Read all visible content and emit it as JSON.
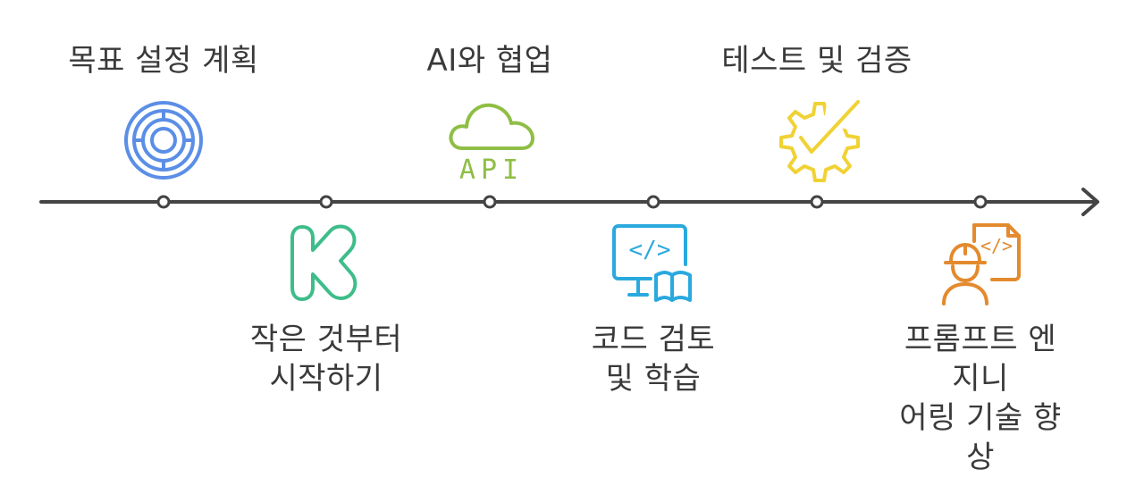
{
  "milestones": [
    {
      "label": "목표 설정 계획",
      "icon": "target-icon",
      "color": "#5b8ee6"
    },
    {
      "label": "작은 것부터\n시작하기",
      "icon": "kickstarter-icon",
      "color": "#3ebd8a"
    },
    {
      "label": "AI와 협업",
      "icon": "cloud-api-icon",
      "color": "#8fbe45",
      "icon_text": "API"
    },
    {
      "label": "코드 검토\n및 학습",
      "icon": "code-book-icon",
      "color": "#2aa9de",
      "icon_text": "</>"
    },
    {
      "label": "테스트 및 검증",
      "icon": "gear-check-icon",
      "color": "#f0d234"
    },
    {
      "label": "프롬프트 엔지니\n어링 기술 향상",
      "icon": "engineer-code-icon",
      "color": "#e48a2e",
      "icon_text": "</>"
    }
  ],
  "timeline_color": "#444444"
}
